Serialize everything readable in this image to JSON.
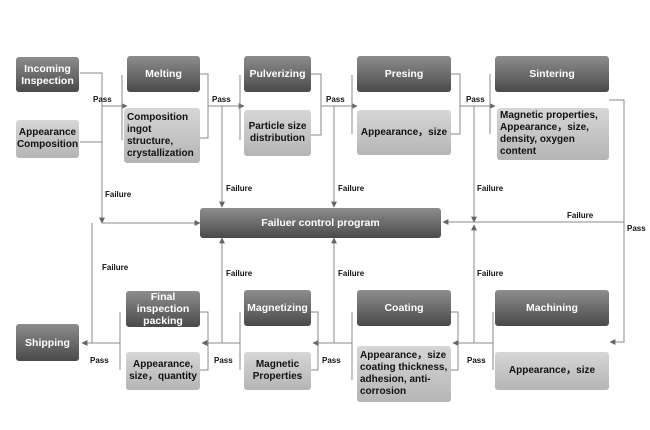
{
  "stages": {
    "incoming": {
      "title": "Incoming Inspection",
      "detail": "Appearance Composition"
    },
    "melting": {
      "title": "Melting",
      "detail": "Composition ingot structure, crystallization"
    },
    "pulverizing": {
      "title": "Pulverizing",
      "detail": "Particle size distribution"
    },
    "pressing": {
      "title": "Presing",
      "detail": "Appearance，size"
    },
    "sintering": {
      "title": "Sintering",
      "detail": "Magnetic properties, Appearance，size, density, oxygen content"
    },
    "machining": {
      "title": "Machining",
      "detail": "Appearance，size"
    },
    "coating": {
      "title": "Coating",
      "detail": "Appearance，size coating thickness, adhesion, anti-corrosion"
    },
    "magnetizing": {
      "title": "Magnetizing",
      "detail": "Magnetic Properties"
    },
    "final": {
      "title": "Final inspection packing",
      "detail": "Appearance, size，quantity"
    },
    "shipping": {
      "title": "Shipping"
    }
  },
  "control": {
    "title": "Failuer control program"
  },
  "labels": {
    "pass": "Pass",
    "failure": "Failure"
  }
}
